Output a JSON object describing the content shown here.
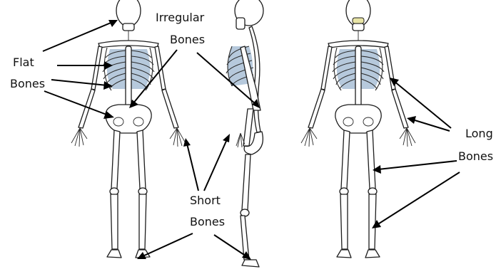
{
  "labels": {
    "flat": [
      "Flat",
      "Bones"
    ],
    "irregular": [
      "Irregular",
      "Bones"
    ],
    "short": [
      "Short",
      "Bones"
    ],
    "long": [
      "Long",
      "Bones"
    ]
  },
  "colors": {
    "background": "#ffffff",
    "bone_outline": "#1d1d1d",
    "highlight_blue": "#a9bfd6",
    "arrow": "#000000"
  }
}
